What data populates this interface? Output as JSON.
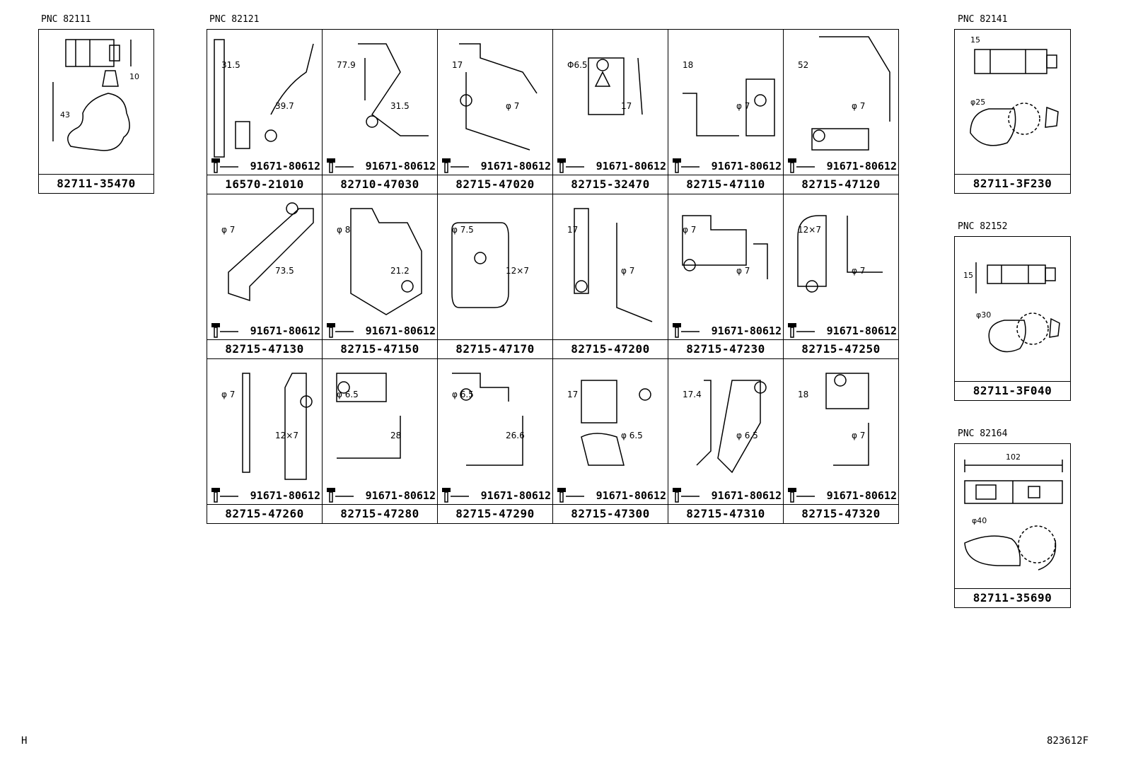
{
  "groups": {
    "pnc_82111": {
      "label": "PNC 82111",
      "part": "82711-35470",
      "dims": [
        "10",
        "43"
      ]
    },
    "pnc_82121": {
      "label": "PNC 82121"
    },
    "pnc_82141": {
      "label": "PNC 82141",
      "part": "82711-3F230",
      "dims": [
        "15",
        "φ25"
      ]
    },
    "pnc_82152": {
      "label": "PNC 82152",
      "part": "82711-3F040",
      "dims": [
        "15",
        "φ30"
      ]
    },
    "pnc_82164": {
      "label": "PNC 82164",
      "part": "82711-35690",
      "dims": [
        "102",
        "φ40"
      ]
    }
  },
  "bolt_part": "91671-80612",
  "cells": [
    {
      "part": "16570-21010",
      "bolt": true,
      "dims": [
        "31.5",
        "39.7"
      ]
    },
    {
      "part": "82710-47030",
      "bolt": true,
      "dims": [
        "77.9",
        "31.5"
      ]
    },
    {
      "part": "82715-47020",
      "bolt": true,
      "dims": [
        "17",
        "φ 7"
      ]
    },
    {
      "part": "82715-32470",
      "bolt": true,
      "dims": [
        "Φ6.5",
        "17"
      ]
    },
    {
      "part": "82715-47110",
      "bolt": true,
      "dims": [
        "18",
        "φ 7"
      ]
    },
    {
      "part": "82715-47120",
      "bolt": true,
      "dims": [
        "52",
        "φ 7"
      ]
    },
    {
      "part": "82715-47130",
      "bolt": true,
      "dims": [
        "φ 7",
        "73.5"
      ]
    },
    {
      "part": "82715-47150",
      "bolt": true,
      "dims": [
        "φ 8",
        "21.2"
      ]
    },
    {
      "part": "82715-47170",
      "bolt": false,
      "dims": [
        "φ 7.5",
        "12×7"
      ]
    },
    {
      "part": "82715-47200",
      "bolt": false,
      "dims": [
        "17",
        "φ 7"
      ]
    },
    {
      "part": "82715-47230",
      "bolt": true,
      "dims": [
        "φ 7",
        "φ 7"
      ]
    },
    {
      "part": "82715-47250",
      "bolt": true,
      "dims": [
        "12×7",
        "φ 7"
      ]
    },
    {
      "part": "82715-47260",
      "bolt": true,
      "dims": [
        "φ 7",
        "12×7"
      ]
    },
    {
      "part": "82715-47280",
      "bolt": true,
      "dims": [
        "φ 6.5",
        "28"
      ]
    },
    {
      "part": "82715-47290",
      "bolt": true,
      "dims": [
        "φ 6.5",
        "26.6"
      ]
    },
    {
      "part": "82715-47300",
      "bolt": true,
      "dims": [
        "17",
        "φ 6.5"
      ]
    },
    {
      "part": "82715-47310",
      "bolt": true,
      "dims": [
        "17.4",
        "φ 6.5"
      ]
    },
    {
      "part": "82715-47320",
      "bolt": true,
      "dims": [
        "18",
        "φ 7"
      ]
    }
  ],
  "footer": {
    "left": "H",
    "right": "823612F"
  }
}
